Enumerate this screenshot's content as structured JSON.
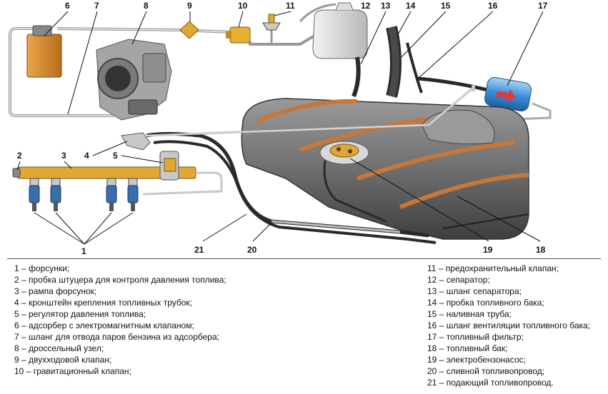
{
  "callouts": [
    "1",
    "2",
    "3",
    "4",
    "5",
    "6",
    "7",
    "8",
    "9",
    "10",
    "11",
    "12",
    "13",
    "14",
    "15",
    "16",
    "17",
    "18",
    "19",
    "20",
    "21"
  ],
  "legend_left": [
    "1 – форсунки;",
    "2 – пробка штуцера для контроля давления топлива;",
    "3 – рампа форсунок;",
    "4 – кронштейн крепления топливных трубок;",
    "5 – регулятор давления топлива;",
    "6 – адсорбер с электромагнитным клапаном;",
    "7 – шланг для отвода паров бензина из адсорбера;",
    "8 – дроссельный узел;",
    "9 – двухходовой клапан;",
    "10 – гравитационный клапан;"
  ],
  "legend_right": [
    "11 – предохранительный клапан;",
    "12 – сепаратор;",
    "13 – шланг сепаратора;",
    "14 – пробка топливного бака;",
    "15 – наливная труба;",
    "16 – шланг вентиляции топливного бака;",
    "17 – топливный фильтр;",
    "18 – топливный бак;",
    "19 – электробензонасос;",
    "20 – сливной топливопровод;",
    "21 – подающий топливопровод."
  ],
  "colors": {
    "tank": "#6f6f6f",
    "stripe": "#c8773a",
    "hose": "#2a2a2a",
    "tube": "#c8c8c8",
    "filter": "#3c8fd8",
    "adsorber": "#d4892c",
    "fitting": "#e0a830",
    "injector": "#3a6ea8"
  }
}
